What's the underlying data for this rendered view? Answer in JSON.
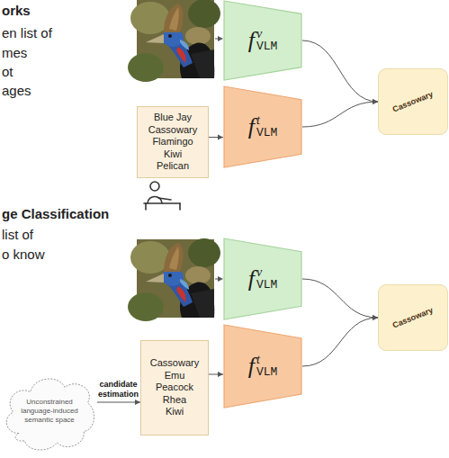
{
  "diagram": {
    "nodes": [
      {
        "text": [
          "f",
          "v",
          "VLM"
        ]
      },
      {
        "text": [
          "Blue Jay Cassowary Flamingo Kiwi Pelican"
        ]
      },
      {
        "text": [
          "f",
          "t",
          "VLM"
        ]
      },
      {
        "text": [
          "Cassowary"
        ]
      },
      {
        "text": [
          "f",
          "v",
          "VLM"
        ]
      },
      {
        "text": [
          "Unconstrained language-induced semantic space"
        ]
      },
      {
        "text": [
          "Cassowary Emu Peacock Rhea Kiwi"
        ]
      },
      {
        "text": [
          "f",
          "t",
          "VLM"
        ]
      },
      {
        "text": [
          "Cassowary"
        ]
      }
    ],
    "edges": [
      {
        "from": 1,
        "to": 2,
        "arrow": "to"
      },
      {
        "from": 0,
        "to": 3,
        "arrow": "to"
      },
      {
        "from": 2,
        "to": 3,
        "arrow": "to"
      },
      {
        "from": 4,
        "to": 8,
        "arrow": "to"
      },
      {
        "from": 5,
        "to": 6,
        "label": "candidate estimation",
        "arrow": "to"
      },
      {
        "from": 6,
        "to": 7,
        "arrow": "to"
      },
      {
        "from": 7,
        "to": 8,
        "arrow": "to"
      }
    ],
    "labels": [
      "orks",
      "en list of",
      "mes",
      "ot",
      "ages",
      "ge Classification",
      "list of",
      "o know"
    ]
  }
}
